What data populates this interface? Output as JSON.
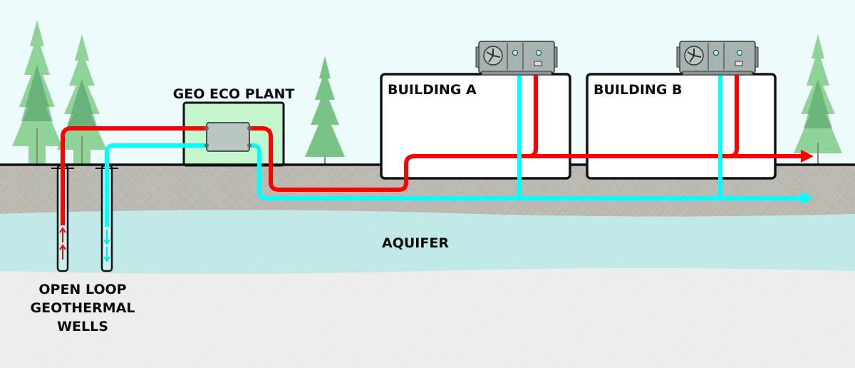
{
  "labels": {
    "plant": "GEO ECO PLANT",
    "building_a": "BUILDING A",
    "building_b": "BUILDING B",
    "aquifer": "AQUIFER",
    "wells_line1": "OPEN LOOP",
    "wells_line2": "GEOTHERMAL",
    "wells_line3": "WELLS"
  },
  "colors": {
    "sky": "#eefbfd",
    "hot_pipe": "#ff0000",
    "cold_pipe": "#00ffff",
    "ground": "#b9b7b0",
    "aquifer": "#bfe8e6",
    "bedrock": "#ececec",
    "plant_fill": "#c5f7cf",
    "exchanger": "#b9c6c4"
  }
}
